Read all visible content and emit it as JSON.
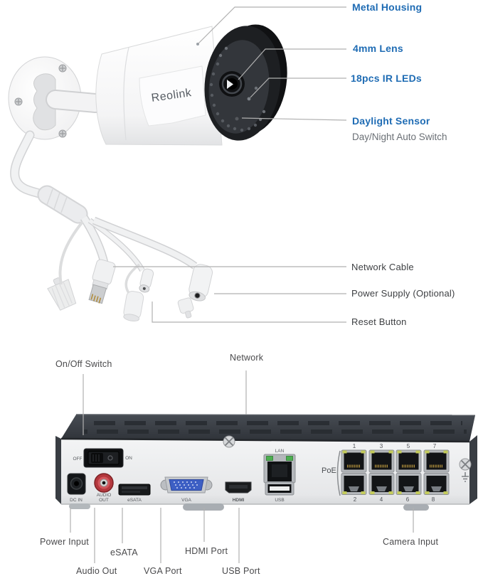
{
  "brand": {
    "camera_logo": "Reolink"
  },
  "colors": {
    "accent_blue": "#1f6cb4",
    "label_gray": "#3e4043",
    "sub_gray": "#6a6f75",
    "nvr_dark": "#3a3f45",
    "panel_light": "#e9eaec",
    "vga_blue": "#3d5fc4",
    "rca_red": "#c0393f",
    "led_green": "#4caf50",
    "poe_led_yellow": "#c3cb5a"
  },
  "camera": {
    "callouts": {
      "metal_housing": "Metal Housing",
      "lens": "4mm Lens",
      "ir_leds": "18pcs IR LEDs",
      "daylight_sensor": "Daylight Sensor",
      "daylight_sub": "Day/Night Auto Switch"
    }
  },
  "cables": {
    "callouts": {
      "network_cable": "Network Cable",
      "power_supply": "Power Supply (Optional)",
      "reset_button": "Reset Button"
    }
  },
  "nvr": {
    "callouts": {
      "on_off_switch": "On/Off Switch",
      "network": "Network",
      "power_input": "Power Input",
      "audio_out": "Audio Out",
      "esata": "eSATA",
      "vga_port": "VGA Port",
      "hdmi_port": "HDMI Port",
      "usb_port": "USB Port",
      "camera_input": "Camera Input"
    },
    "panel": {
      "off": "OFF",
      "on": "ON",
      "dc_in": "DC IN",
      "audio_line1": "AUDIO",
      "audio_line2": "OUT",
      "esata": "eSATA",
      "vga": "VGA",
      "hdmi": "HDMI",
      "lan": "LAN",
      "usb": "USB",
      "poe": "PoE",
      "port_numbers_top": [
        "1",
        "3",
        "5",
        "7"
      ],
      "port_numbers_bottom": [
        "2",
        "4",
        "6",
        "8"
      ]
    }
  }
}
